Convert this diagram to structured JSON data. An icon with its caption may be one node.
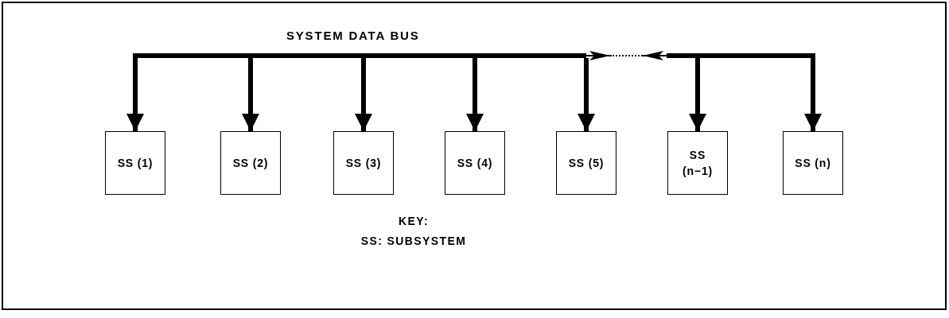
{
  "diagram": {
    "title": "SYSTEM DATA BUS",
    "nodes": [
      {
        "text": [],
        "shape": "bar"
      },
      {
        "text": [],
        "shape": "bar"
      },
      {
        "text": [
          "SS (1)"
        ]
      },
      {
        "text": [
          "SS (2)"
        ]
      },
      {
        "text": [
          "SS (3)"
        ]
      },
      {
        "text": [
          "SS (4)"
        ]
      },
      {
        "text": [
          "SS (5)"
        ]
      },
      {
        "text": [
          "SS (n−1)"
        ]
      },
      {
        "text": [
          "SS (n)"
        ]
      },
      {
        "text": [],
        "shape": "line"
      }
    ],
    "edges": [
      {
        "from": 0,
        "to": 9,
        "arrow": "to"
      },
      {
        "from": 1,
        "to": 9,
        "arrow": "to"
      },
      {
        "from": 0,
        "to": 2,
        "arrow": "to"
      },
      {
        "from": 0,
        "to": 3,
        "arrow": "to"
      },
      {
        "from": 0,
        "to": 4,
        "arrow": "to"
      },
      {
        "from": 0,
        "to": 5,
        "arrow": "to"
      },
      {
        "from": 0,
        "to": 6,
        "arrow": "to"
      },
      {
        "from": 1,
        "to": 7,
        "arrow": "to"
      },
      {
        "from": 1,
        "to": 8,
        "arrow": "to"
      }
    ],
    "labels": [
      "KEY:",
      "SS: SUBSYSTEM"
    ]
  }
}
